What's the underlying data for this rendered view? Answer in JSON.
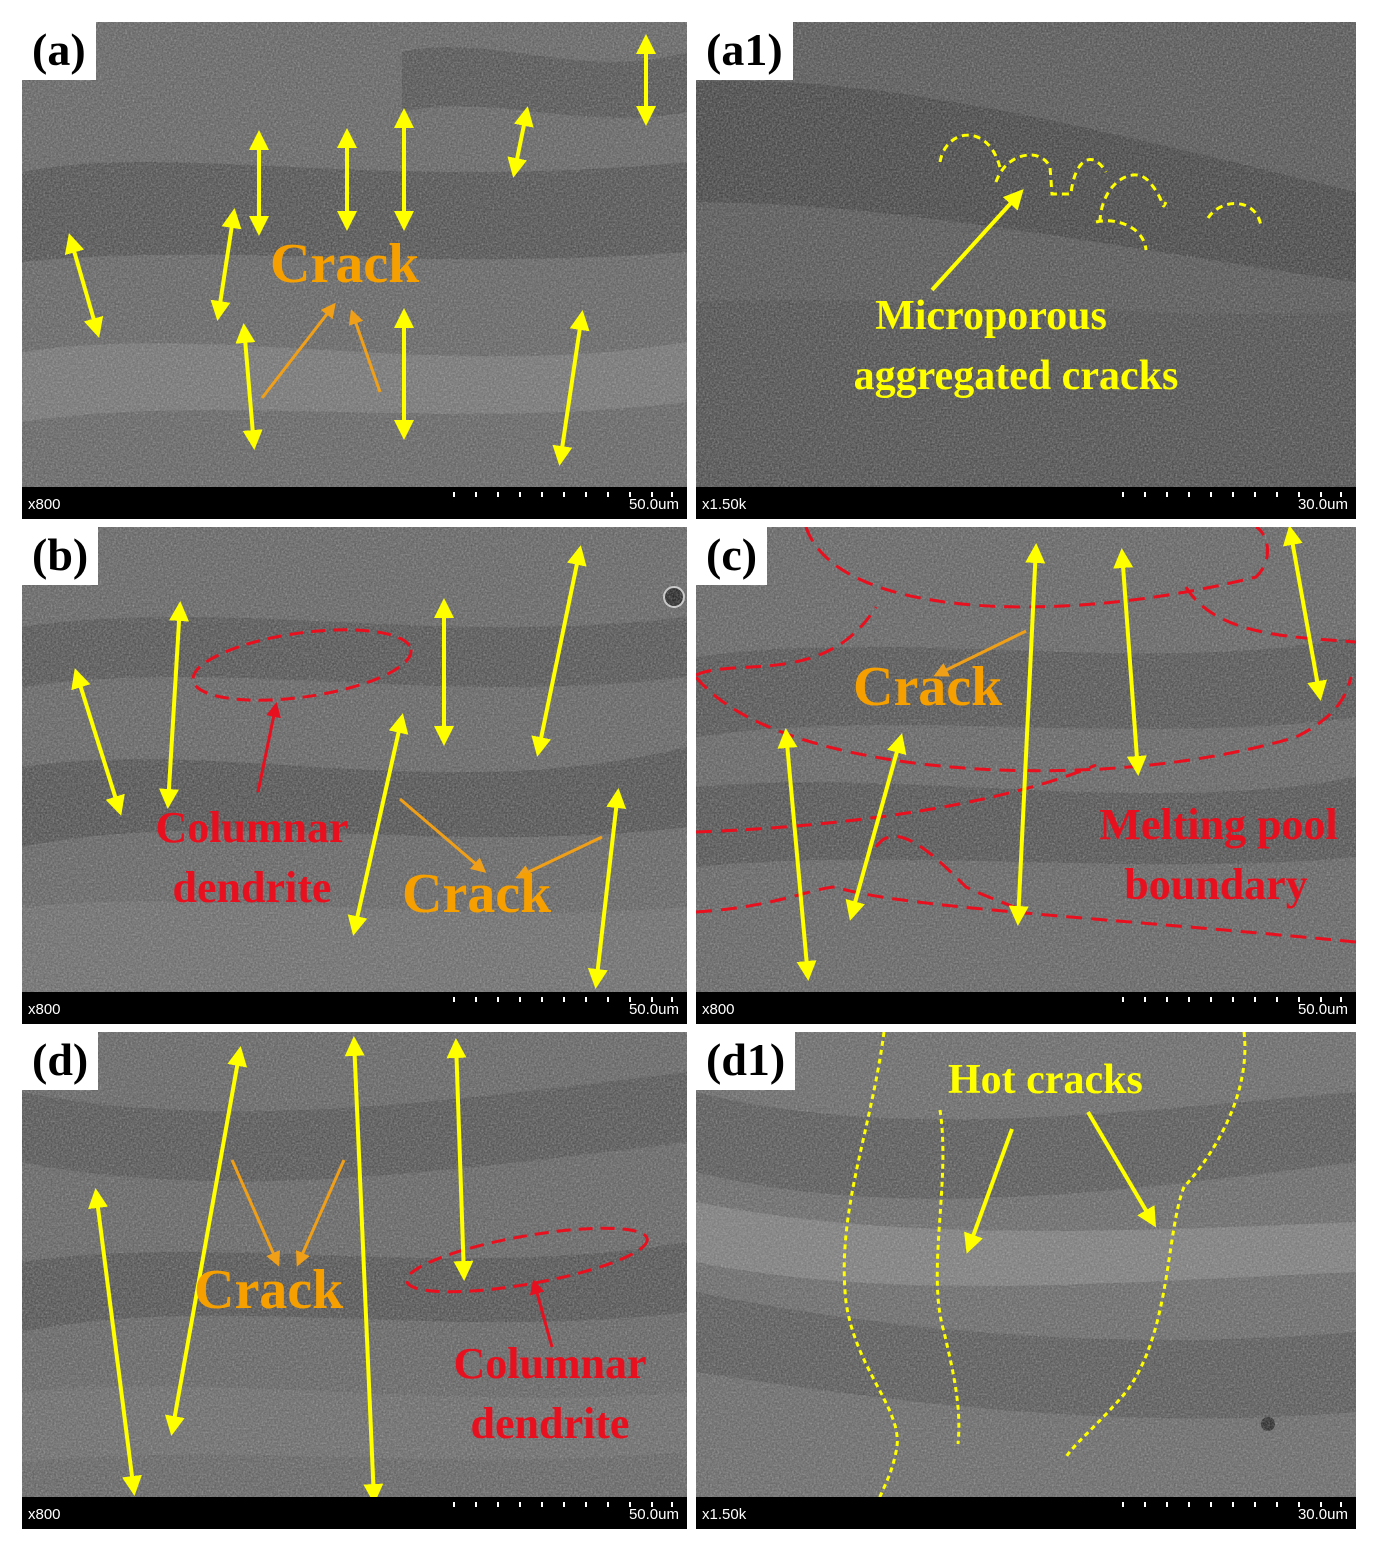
{
  "colors": {
    "arrow": "#ffff00",
    "crack_text": "#f5a000",
    "crack_arrow": "#f0a018",
    "red": "#e8101e",
    "background": "#ffffff",
    "bar": "#000000"
  },
  "panels": {
    "a": {
      "tag": "(a)",
      "magnification": "x800",
      "scale": "50.0um",
      "crack": "Crack"
    },
    "a1": {
      "tag": "(a1)",
      "magnification": "x1.50k",
      "scale": "30.0um",
      "note_line1": "Microporous",
      "note_line2": "aggregated cracks"
    },
    "b": {
      "tag": "(b)",
      "magnification": "x800",
      "scale": "50.0um",
      "dendrite_line1": "Columnar",
      "dendrite_line2": "dendrite",
      "crack": "Crack"
    },
    "c": {
      "tag": "(c)",
      "magnification": "x800",
      "scale": "50.0um",
      "crack": "Crack",
      "boundary_line1": "Melting pool",
      "boundary_line2": "boundary"
    },
    "d": {
      "tag": "(d)",
      "magnification": "x800",
      "scale": "50.0um",
      "crack": "Crack",
      "dendrite_line1": "Columnar",
      "dendrite_line2": "dendrite"
    },
    "d1": {
      "tag": "(d1)",
      "magnification": "x1.50k",
      "scale": "30.0um",
      "note": "Hot cracks"
    }
  }
}
